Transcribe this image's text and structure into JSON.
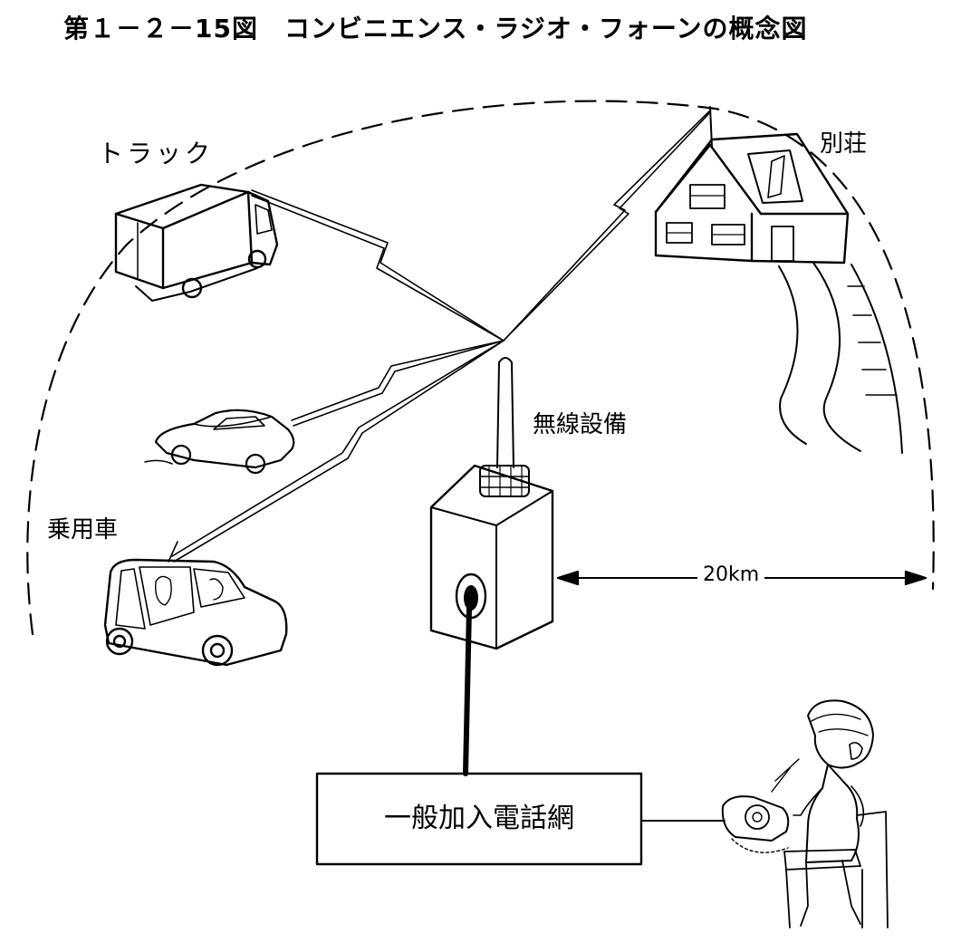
{
  "title": "第１－２－15図　コンビニエンス・ラジオ・フォーンの概念図",
  "labels": {
    "truck": "トラック",
    "villa": "別荘",
    "radio_equipment": "無線設備",
    "passenger_car": "乗用車",
    "distance": "20km",
    "network": "一般加入電話網"
  },
  "colors": {
    "ink": "#000000",
    "paper": "#ffffff"
  }
}
